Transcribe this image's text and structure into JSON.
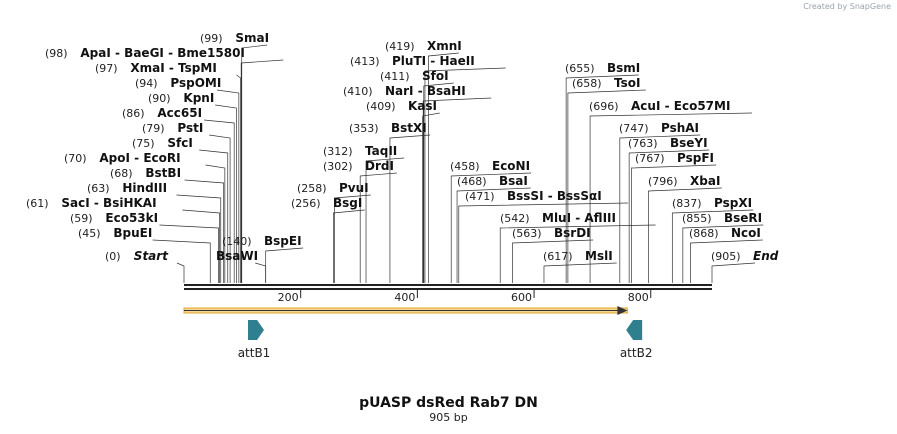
{
  "watermark": "Created by SnapGene",
  "plasmid": {
    "name": "pUASP dsRed Rab7 DN",
    "size_label": "905 bp",
    "length": 905
  },
  "ticks": [
    200,
    400,
    600,
    800
  ],
  "sites": [
    {
      "n": "(99)",
      "labels": [
        "SmaI"
      ],
      "pos": 99
    },
    {
      "n": "(98)",
      "labels": [
        "ApaI",
        "BaeGI",
        "Bme1580I"
      ],
      "pos": 98
    },
    {
      "n": "(97)",
      "labels": [
        "XmaI",
        "TspMI"
      ],
      "pos": 97
    },
    {
      "n": "(94)",
      "labels": [
        "PspOMI"
      ],
      "pos": 94
    },
    {
      "n": "(90)",
      "labels": [
        "KpnI"
      ],
      "pos": 90
    },
    {
      "n": "(86)",
      "labels": [
        "Acc65I"
      ],
      "pos": 86
    },
    {
      "n": "(79)",
      "labels": [
        "PstI"
      ],
      "pos": 79
    },
    {
      "n": "(75)",
      "labels": [
        "SfcI"
      ],
      "pos": 75
    },
    {
      "n": "(70)",
      "labels": [
        "ApoI",
        "EcoRI"
      ],
      "pos": 70
    },
    {
      "n": "(68)",
      "labels": [
        "BstBI"
      ],
      "pos": 68
    },
    {
      "n": "(63)",
      "labels": [
        "HindIII"
      ],
      "pos": 63
    },
    {
      "n": "(61)",
      "labels": [
        "SacI",
        "BsiHKAI"
      ],
      "pos": 61
    },
    {
      "n": "(59)",
      "labels": [
        "Eco53kI"
      ],
      "pos": 59
    },
    {
      "n": "(45)",
      "labels": [
        "BpuEI"
      ],
      "pos": 45
    },
    {
      "n": "(0)",
      "labels": [
        "Start"
      ],
      "pos": 0,
      "italic": true
    },
    {
      "n": "(140)",
      "labels": [
        "BspEI"
      ],
      "pos": 140
    },
    {
      "n": "",
      "labels": [
        "BsaWI"
      ],
      "pos": 140
    },
    {
      "n": "(258)",
      "labels": [
        "PvuI"
      ],
      "pos": 258
    },
    {
      "n": "(256)",
      "labels": [
        "BsgI"
      ],
      "pos": 256
    },
    {
      "n": "(312)",
      "labels": [
        "TaqII"
      ],
      "pos": 312
    },
    {
      "n": "(302)",
      "labels": [
        "DrdI"
      ],
      "pos": 302
    },
    {
      "n": "(353)",
      "labels": [
        "BstXI"
      ],
      "pos": 353
    },
    {
      "n": "(419)",
      "labels": [
        "XmnI"
      ],
      "pos": 419
    },
    {
      "n": "(413)",
      "labels": [
        "PluTI",
        "HaeII"
      ],
      "pos": 413
    },
    {
      "n": "(411)",
      "labels": [
        "SfoI"
      ],
      "pos": 411
    },
    {
      "n": "(410)",
      "labels": [
        "NarI",
        "BsaHI"
      ],
      "pos": 410
    },
    {
      "n": "(409)",
      "labels": [
        "KasI"
      ],
      "pos": 409
    },
    {
      "n": "(458)",
      "labels": [
        "EcoNI"
      ],
      "pos": 458
    },
    {
      "n": "(468)",
      "labels": [
        "BsaI"
      ],
      "pos": 468
    },
    {
      "n": "(471)",
      "labels": [
        "BssSI",
        "BssSαI"
      ],
      "pos": 471
    },
    {
      "n": "(542)",
      "labels": [
        "MluI",
        "AflIII"
      ],
      "pos": 542
    },
    {
      "n": "(563)",
      "labels": [
        "BsrDI"
      ],
      "pos": 563
    },
    {
      "n": "(617)",
      "labels": [
        "MslI"
      ],
      "pos": 617
    },
    {
      "n": "(655)",
      "labels": [
        "BsmI"
      ],
      "pos": 655
    },
    {
      "n": "(658)",
      "labels": [
        "TsoI"
      ],
      "pos": 658
    },
    {
      "n": "(696)",
      "labels": [
        "AcuI",
        "Eco57MI"
      ],
      "pos": 696
    },
    {
      "n": "(747)",
      "labels": [
        "PshAI"
      ],
      "pos": 747
    },
    {
      "n": "(763)",
      "labels": [
        "BseYI"
      ],
      "pos": 763
    },
    {
      "n": "(767)",
      "labels": [
        "PspFI"
      ],
      "pos": 767
    },
    {
      "n": "(796)",
      "labels": [
        "XbaI"
      ],
      "pos": 796
    },
    {
      "n": "(837)",
      "labels": [
        "PspXI"
      ],
      "pos": 837
    },
    {
      "n": "(855)",
      "labels": [
        "BseRI"
      ],
      "pos": 855
    },
    {
      "n": "(868)",
      "labels": [
        "NcoI"
      ],
      "pos": 868
    },
    {
      "n": "(905)",
      "labels": [
        "End"
      ],
      "pos": 905,
      "italic": true
    }
  ],
  "features": [
    {
      "label": "attB1",
      "direction": "forward",
      "pos": 120
    },
    {
      "label": "attB2",
      "direction": "reverse",
      "pos": 775
    }
  ],
  "colors": {
    "feature": "#2f7f8f",
    "orf_fill": "#f6d691",
    "orf_edge": "#e0a52e"
  }
}
